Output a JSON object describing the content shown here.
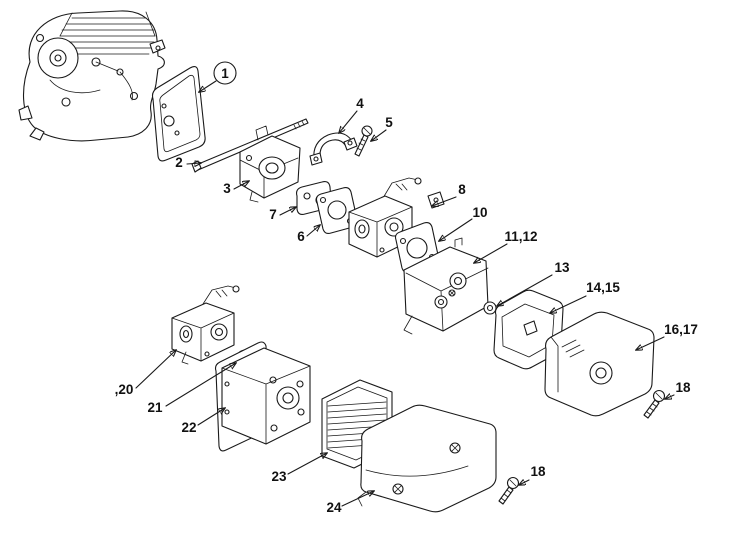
{
  "diagram": {
    "background_color": "#ffffff",
    "line_color": "#1a1a1a",
    "highlight_color": "#e87722",
    "labels": [
      {
        "text": "1",
        "highlighted": true
      },
      {
        "text": "2"
      },
      {
        "text": "3"
      },
      {
        "text": "4"
      },
      {
        "text": "5"
      },
      {
        "text": "6"
      },
      {
        "text": "7"
      },
      {
        "text": "8"
      },
      {
        "text": "10"
      },
      {
        "text": "11,12"
      },
      {
        "text": "13"
      },
      {
        "text": "14,15"
      },
      {
        "text": "16,17"
      },
      {
        "text": "18"
      },
      {
        "text": ",20"
      },
      {
        "text": "21"
      },
      {
        "text": "22"
      },
      {
        "text": "23"
      },
      {
        "text": "24"
      },
      {
        "text": "18"
      }
    ]
  }
}
